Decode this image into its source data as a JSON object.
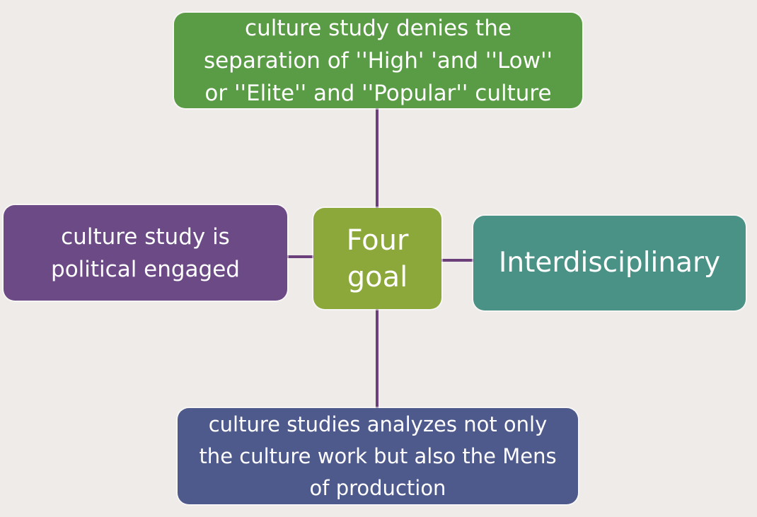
{
  "diagram": {
    "center": {
      "label": "Four\ngoal",
      "color": "#8ca83b"
    },
    "top": {
      "label": "culture study denies the\nseparation of ''High' 'and ''Low''\nor ''Elite'' and ''Popular'' culture",
      "color": "#5a9c45"
    },
    "left": {
      "label": "culture study is\npolitical engaged",
      "color": "#6c4a86"
    },
    "right": {
      "label": "Interdisciplinary",
      "color": "#4a9186"
    },
    "bottom": {
      "label": "culture studies analyzes not only\nthe culture work but also the Mens\nof production",
      "color": "#4f5a8c"
    },
    "connector_color": "#6b3f7a"
  }
}
